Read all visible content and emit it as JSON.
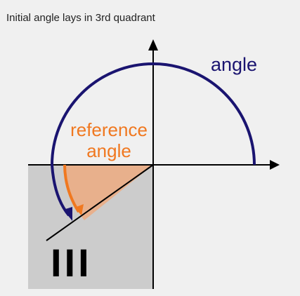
{
  "caption": "Initial angle lays in 3rd quadrant",
  "labels": {
    "angle": "angle",
    "reference_line1": "reference",
    "reference_line2": "angle",
    "quadrant": "III"
  },
  "colors": {
    "background": "#f0f0f0",
    "quadrant_fill": "#cccccc",
    "reference_fill": "#e8b08c",
    "angle_arc": "#1a1470",
    "reference_arc": "#f07820",
    "axes": "#000000"
  }
}
